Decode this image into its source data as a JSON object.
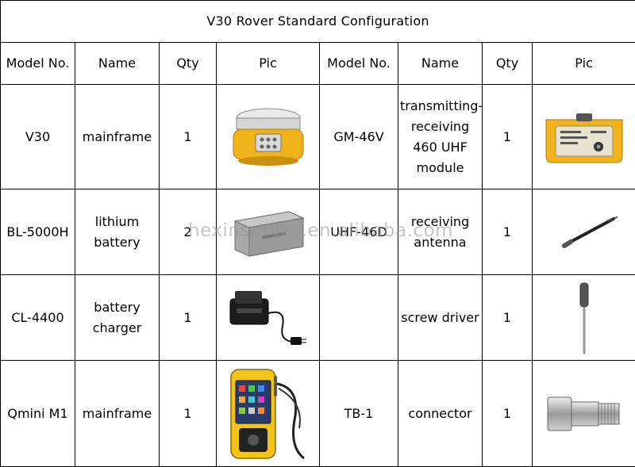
{
  "title": "V30 Rover Standard Configuration",
  "headers": [
    "Model No.",
    "Name",
    "Qty",
    "Pic",
    "Model No.",
    "Name",
    "Qty",
    "Pic"
  ],
  "rows": [
    {
      "left": {
        "model": "V30",
        "name": "mainframe",
        "qty": "1",
        "icon": "gnss-receiver-icon"
      },
      "right": {
        "model": "GM-46V",
        "name": "transmitting-receiving 460 UHF module",
        "qty": "1",
        "icon": "uhf-module-icon"
      }
    },
    {
      "left": {
        "model": "BL-5000H",
        "name": "lithium battery",
        "qty": "2",
        "icon": "battery-icon"
      },
      "right": {
        "model": "UHF-46D",
        "name": "receiving antenna",
        "qty": "1",
        "icon": "antenna-icon"
      }
    },
    {
      "left": {
        "model": "CL-4400",
        "name": "battery charger",
        "qty": "1",
        "icon": "charger-icon"
      },
      "right": {
        "model": "",
        "name": "screw driver",
        "qty": "1",
        "icon": "screwdriver-icon"
      }
    },
    {
      "left": {
        "model": "Qmini M1",
        "name": "mainframe",
        "qty": "1",
        "icon": "handheld-controller-icon"
      },
      "right": {
        "model": "TB-1",
        "name": "connector",
        "qty": "1",
        "icon": "connector-icon"
      }
    }
  ],
  "watermark": "hexinsurvey.en.alibaba.com",
  "colors": {
    "device_yellow": "#f2b21a",
    "border": "#000000",
    "watermark": "#969696"
  }
}
